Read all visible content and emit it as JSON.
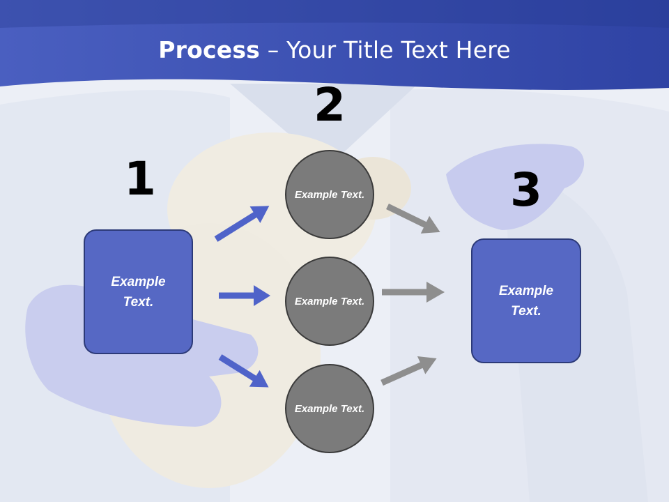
{
  "title": {
    "bold": "Process",
    "rest": " – Your Title Text Here"
  },
  "steps": {
    "one": "1",
    "two": "2",
    "three": "3"
  },
  "left_box": "Example Text.",
  "circles": [
    "Example Text.",
    "Example Text.",
    "Example Text."
  ],
  "right_box": "Example Text.",
  "colors": {
    "header": "#3a50b0",
    "box": "#5668c4",
    "circle": "#7b7b7b",
    "arrow_blue": "#4f63c9",
    "arrow_gray": "#8e8e8e"
  }
}
